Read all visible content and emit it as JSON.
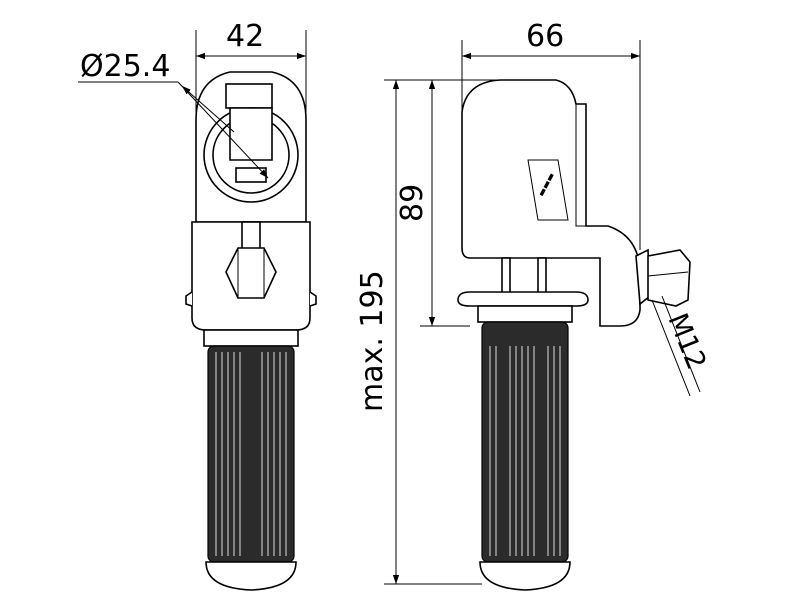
{
  "dimensions": {
    "width_front": "42",
    "diameter": "Ø25.4",
    "width_side": "66",
    "height_clamp": "89",
    "height_max": "max. 195",
    "thread": "M12"
  },
  "colors": {
    "line": "#000000",
    "grip": "#2b2b2b",
    "background": "#ffffff"
  }
}
